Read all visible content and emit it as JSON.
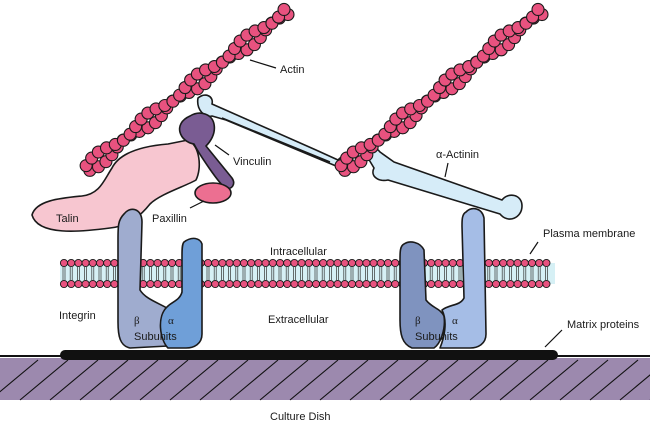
{
  "diagram": {
    "title": "Focal adhesion: integrin linkage of actin cytoskeleton to extracellular matrix",
    "colors": {
      "actin": "#e8527f",
      "talin": "#f7c6d0",
      "vinculin": "#7a5c93",
      "paxillin": "#ec6f91",
      "alpha_actinin": "#d6ecf8",
      "integrin_beta_left": "#9faccf",
      "integrin_alpha_left": "#6f9fd8",
      "integrin_beta_right": "#7f93bf",
      "integrin_alpha_right": "#a5bde6",
      "membrane_head": "#e8527f",
      "membrane_core": "#d6f0f5",
      "matrix": "#111111",
      "dish": "#9c89ae",
      "outline": "#1a1a1a"
    },
    "labels": {
      "actin": "Actin",
      "vinculin": "Vinculin",
      "alpha_actinin": "α-Actinin",
      "talin": "Talin",
      "paxillin": "Paxillin",
      "intracellular": "Intracellular",
      "plasma_membrane": "Plasma membrane",
      "integrin": "Integrin",
      "extracellular": "Extracellular",
      "matrix_proteins": "Matrix proteins",
      "culture_dish": "Culture Dish",
      "beta": "β",
      "alpha": "α",
      "subunits": "Subunits"
    }
  }
}
